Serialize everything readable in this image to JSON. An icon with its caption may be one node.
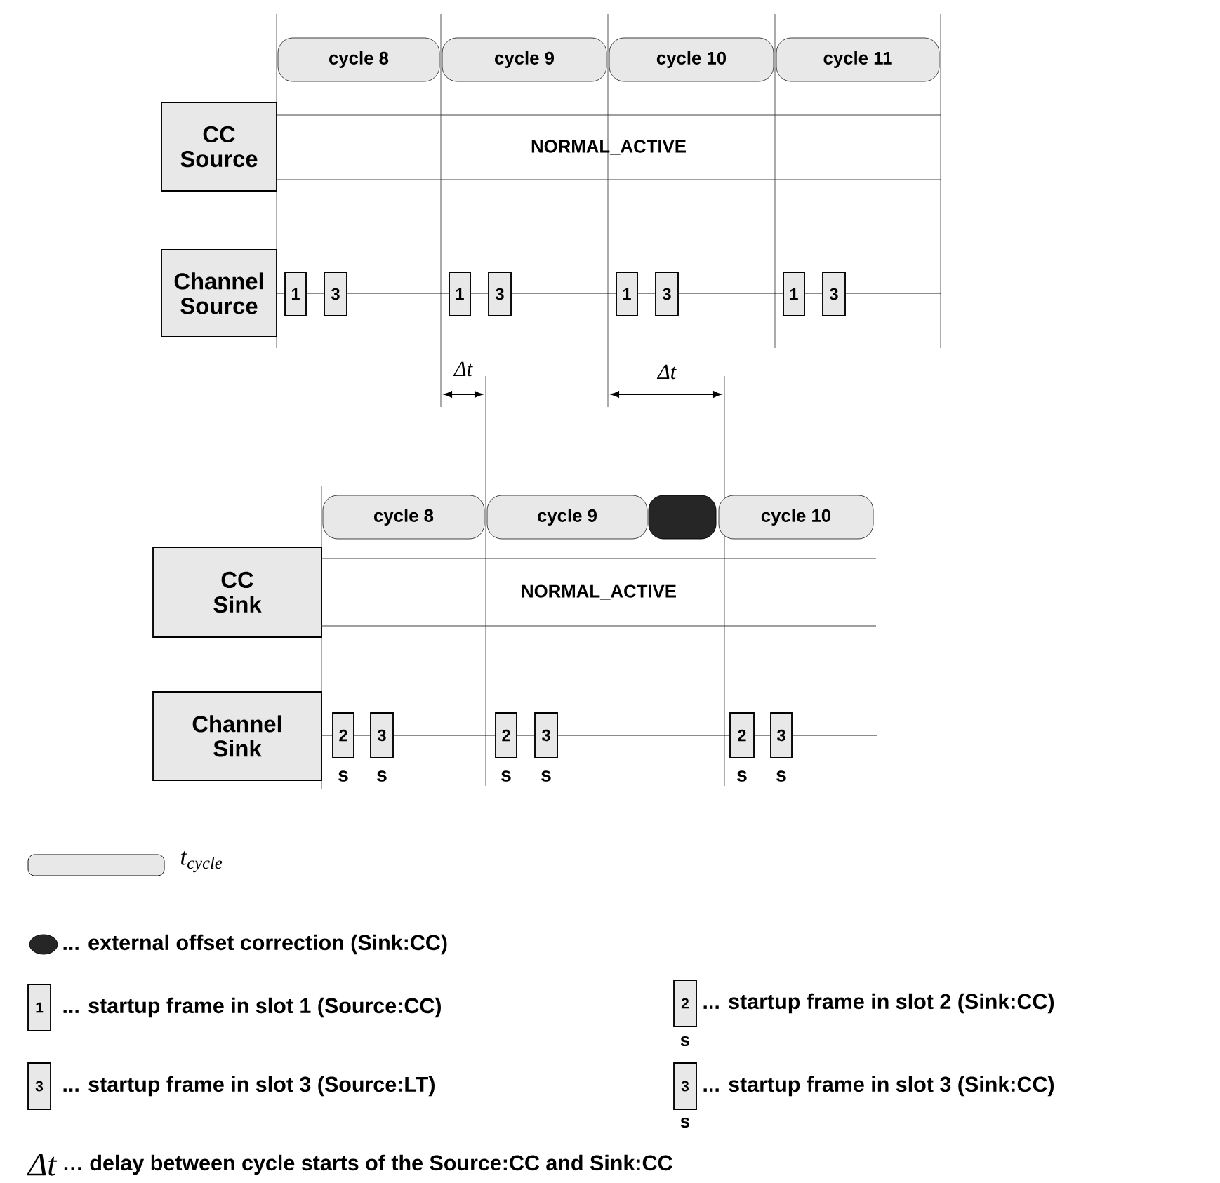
{
  "diagram": {
    "nodes": [
      {
        "text": [
          "cycle 8"
        ]
      },
      {
        "text": [
          "cycle 9"
        ]
      },
      {
        "text": [
          "cycle 10"
        ]
      },
      {
        "text": [
          "cycle 11"
        ]
      },
      {
        "text": [
          "CC Source"
        ]
      },
      {
        "text": [
          "NORMAL_ACTIVE"
        ]
      },
      {
        "text": [
          "Channel Source"
        ]
      },
      {
        "text": [
          "1"
        ]
      },
      {
        "text": [
          "3"
        ]
      },
      {
        "text": [
          "1"
        ]
      },
      {
        "text": [
          "3"
        ]
      },
      {
        "text": [
          "1"
        ]
      },
      {
        "text": [
          "3"
        ]
      },
      {
        "text": [
          "1"
        ]
      },
      {
        "text": [
          "3"
        ]
      },
      {
        "text": [
          "cycle 8"
        ]
      },
      {
        "text": [
          "cycle 9"
        ]
      },
      {
        "text": [],
        "shape": "bar"
      },
      {
        "text": [
          "cycle 10"
        ]
      },
      {
        "text": [
          "CC Sink"
        ]
      },
      {
        "text": [
          "NORMAL_ACTIVE"
        ]
      },
      {
        "text": [
          "Channel Sink"
        ]
      },
      {
        "text": [
          "2"
        ],
        "beside": [
          "s"
        ]
      },
      {
        "text": [
          "3"
        ],
        "beside": [
          "s"
        ]
      },
      {
        "text": [
          "2"
        ],
        "beside": [
          "s"
        ]
      },
      {
        "text": [
          "3"
        ],
        "beside": [
          "s"
        ]
      },
      {
        "text": [
          "2"
        ],
        "beside": [
          "s"
        ]
      },
      {
        "text": [
          "3"
        ],
        "beside": [
          "s"
        ]
      }
    ],
    "labels": [
      "Δt",
      "Δt",
      "1",
      "2",
      "s",
      "3",
      "3",
      "s",
      "Δt"
    ],
    "legend": [
      {
        "text": "t$_{cycle}$"
      },
      {
        "text": "... external offset correction (Sink:CC)"
      },
      {
        "text": "... startup frame in slot 1 (Source:CC)"
      },
      {
        "text": "... startup frame in slot 2 (Sink:CC)"
      },
      {
        "text": "... startup frame in slot 3 (Source:LT)"
      },
      {
        "text": "... startup frame in slot 3 (Sink:CC)"
      },
      {
        "text": "… delay between cycle starts of the Source:CC and Sink:CC"
      }
    ]
  }
}
